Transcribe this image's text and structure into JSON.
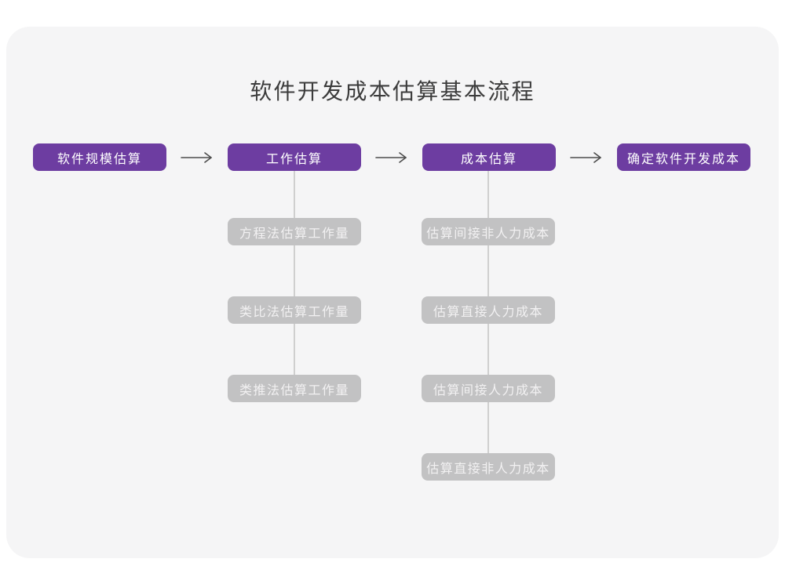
{
  "title": "软件开发成本估算基本流程",
  "colors": {
    "page_background": "#ffffff",
    "canvas_background": "#f5f5f6",
    "step_node": "#6d3da1",
    "step_node_text": "#ffffff",
    "sub_node": "#c2c2c3",
    "sub_node_text": "#f2f1f2",
    "arrow": "#4c4c4c",
    "connector_line": "#cfcfcf",
    "title_text": "#3c3c3c"
  },
  "flow": {
    "steps": [
      {
        "label": "软件规模估算",
        "children": []
      },
      {
        "label": "工作估算",
        "children": [
          {
            "label": "方程法估算工作量"
          },
          {
            "label": "类比法估算工作量"
          },
          {
            "label": "类推法估算工作量"
          }
        ]
      },
      {
        "label": "成本估算",
        "children": [
          {
            "label": "估算间接非人力成本"
          },
          {
            "label": "估算直接人力成本"
          },
          {
            "label": "估算间接人力成本"
          },
          {
            "label": "估算直接非人力成本"
          }
        ]
      },
      {
        "label": "确定软件开发成本",
        "children": []
      }
    ]
  }
}
